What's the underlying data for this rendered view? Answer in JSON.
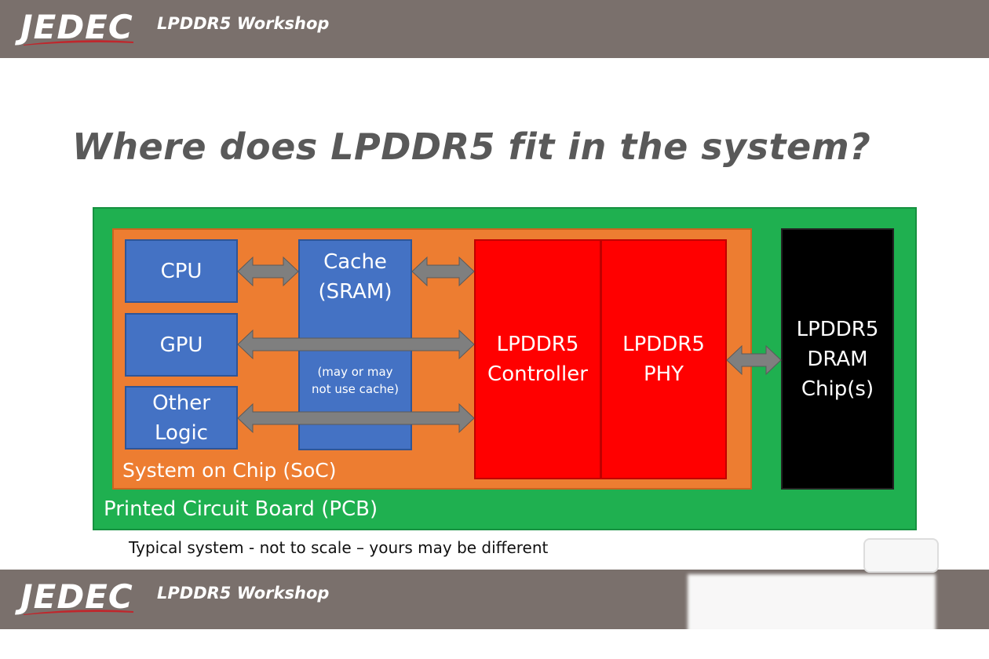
{
  "header": {
    "logo": "JEDEC",
    "title": "LPDDR5 Workshop"
  },
  "slide": {
    "title": "Where does LPDDR5 fit in the system?"
  },
  "diagram": {
    "pcb_label": "Printed Circuit Board (PCB)",
    "soc_label": "System on Chip (SoC)",
    "cpu": "CPU",
    "gpu": "GPU",
    "other_logic": {
      "line1": "Other",
      "line2": "Logic"
    },
    "cache": {
      "line1": "Cache",
      "line2": "(SRAM)",
      "note1": "(may or may",
      "note2": "not use cache)"
    },
    "controller": {
      "line1": "LPDDR5",
      "line2": "Controller"
    },
    "phy": {
      "line1": "LPDDR5",
      "line2": "PHY"
    },
    "dram": {
      "line1": "LPDDR5",
      "line2": "DRAM",
      "line3": "Chip(s)"
    }
  },
  "caption": "Typical system - not to scale – yours may be different",
  "footer": {
    "logo": "JEDEC",
    "title": "LPDDR5 Workshop"
  },
  "colors": {
    "bar": "#7a706c",
    "pcb": "#1fb050",
    "soc": "#ed7d31",
    "block_blue": "#4472c4",
    "block_red": "#ff0000",
    "block_black": "#000000",
    "arrow": "#7f7f7f"
  }
}
